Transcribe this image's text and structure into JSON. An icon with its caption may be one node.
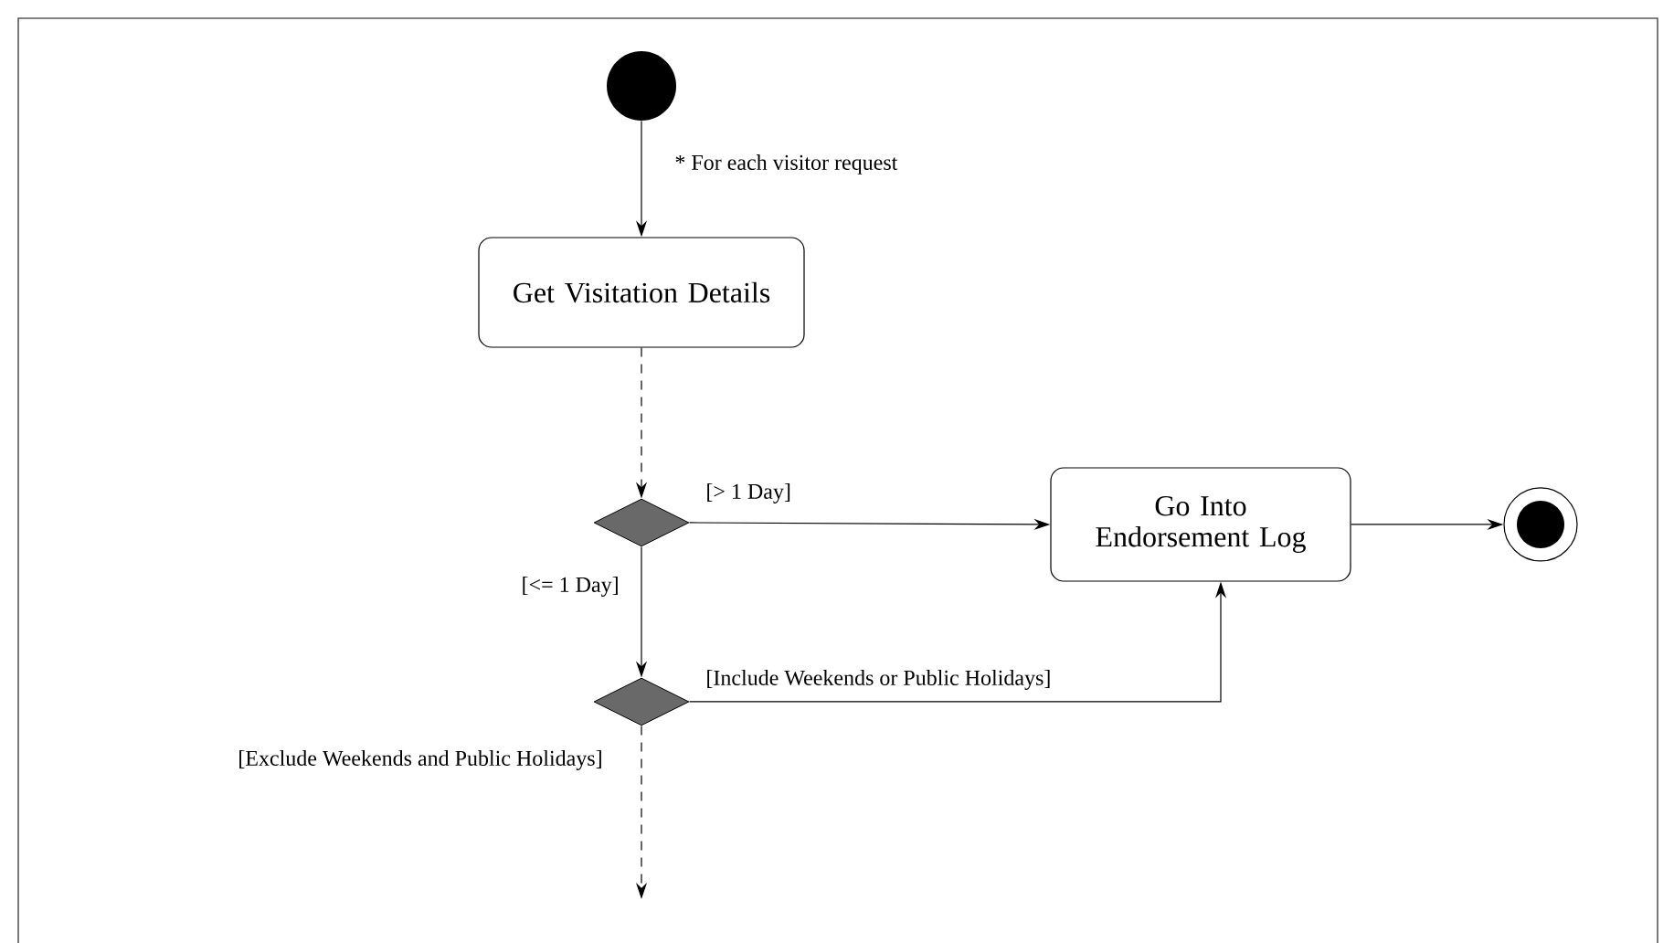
{
  "diagram": {
    "nodes": [
      {
        "text": [],
        "shape": "circle"
      },
      {
        "text": [
          "Get Visitation Details"
        ]
      },
      {
        "text": [],
        "shape": "diamond"
      },
      {
        "text": [
          "Go Into Endorsement Log"
        ]
      },
      {
        "text": [],
        "shape": "circle"
      },
      {
        "text": [],
        "shape": "diamond"
      }
    ],
    "edges": [
      {
        "from": 0,
        "to": 1,
        "arrow": "to",
        "label": "* For each visitor request"
      },
      {
        "from": 1,
        "to": 2,
        "arrow": "to",
        "style": "dashed"
      },
      {
        "from": 2,
        "to": 3,
        "arrow": "to",
        "label": "[> 1 Day]"
      },
      {
        "from": 2,
        "to": 5,
        "arrow": "to",
        "label": "[<= 1 Day]"
      },
      {
        "from": 5,
        "to": 3,
        "arrow": "to",
        "label": "[Include Weekends or Public Holidays]"
      },
      {
        "from": 3,
        "to": 4,
        "arrow": "to"
      },
      {
        "from": 5,
        "to": null,
        "arrow": "to",
        "style": "dashed",
        "label": "[Exclude Weekends and Public Holidays]"
      }
    ]
  }
}
